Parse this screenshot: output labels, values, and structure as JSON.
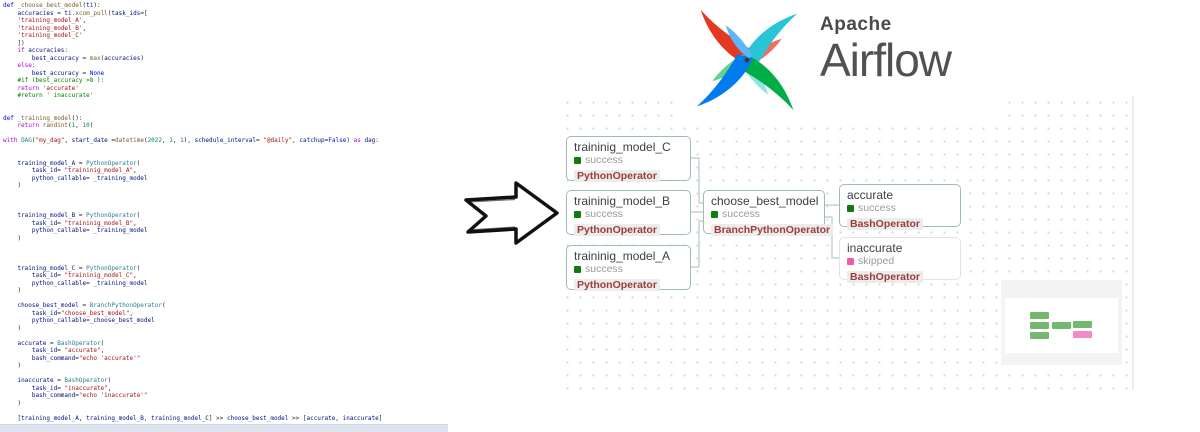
{
  "logo": {
    "apache": "Apache",
    "airflow": "Airflow"
  },
  "colors": {
    "success": "#117a11",
    "skipped": "#ee5aa8",
    "node_border": "#9dbdb4",
    "edge": "#b9c9c3",
    "operator_text": "#9d3c3c",
    "logo_red": "#e43921",
    "logo_cyan": "#29c5d6",
    "logo_blue": "#017cee",
    "logo_green": "#00ad46"
  },
  "graph": {
    "nodes": [
      {
        "title": "traininig_model_C",
        "status": "success",
        "operator": "PythonOperator",
        "status_color": "#117a11"
      },
      {
        "title": "traininig_model_B",
        "status": "success",
        "operator": "PythonOperator",
        "status_color": "#117a11"
      },
      {
        "title": "traininig_model_A",
        "status": "success",
        "operator": "PythonOperator",
        "status_color": "#117a11"
      },
      {
        "title": "choose_best_model",
        "status": "success",
        "operator": "BranchPythonOperator",
        "status_color": "#117a11"
      },
      {
        "title": "accurate",
        "status": "success",
        "operator": "BashOperator",
        "status_color": "#117a11"
      },
      {
        "title": "inaccurate",
        "status": "skipped",
        "operator": "BashOperator",
        "status_color": "#ee5aa8"
      }
    ]
  },
  "minimap": {
    "success_bar": "#74b86f",
    "skipped_bar": "#f08bc4"
  },
  "code": {
    "lines": [
      [
        [
          "kw",
          "def "
        ],
        [
          "fn",
          "_choose_best_model"
        ],
        [
          "pl",
          "("
        ],
        [
          "var",
          "ti"
        ],
        [
          "pl",
          "):"
        ]
      ],
      [
        [
          "pl",
          "    "
        ],
        [
          "var",
          "accuracies"
        ],
        [
          "pl",
          " = "
        ],
        [
          "var",
          "ti"
        ],
        [
          "pl",
          "."
        ],
        [
          "fn",
          "xcom_pull"
        ],
        [
          "pl",
          "("
        ],
        [
          "var",
          "task_ids"
        ],
        [
          "pl",
          "=["
        ]
      ],
      [
        [
          "pl",
          "    "
        ],
        [
          "str",
          "'training_model_A'"
        ],
        [
          "pl",
          ","
        ]
      ],
      [
        [
          "pl",
          "    "
        ],
        [
          "str",
          "'training_model_B'"
        ],
        [
          "pl",
          ","
        ]
      ],
      [
        [
          "pl",
          "    "
        ],
        [
          "str",
          "'training_model_C'"
        ]
      ],
      [
        [
          "pl",
          "    ])"
        ]
      ],
      [
        [
          "pl",
          "    "
        ],
        [
          "ctrl",
          "if "
        ],
        [
          "var",
          "accuracies"
        ],
        [
          "pl",
          ":"
        ]
      ],
      [
        [
          "pl",
          "        "
        ],
        [
          "var",
          "best_accuracy"
        ],
        [
          "pl",
          " = "
        ],
        [
          "fn",
          "max"
        ],
        [
          "pl",
          "("
        ],
        [
          "var",
          "accuracies"
        ],
        [
          "pl",
          ")"
        ]
      ],
      [
        [
          "pl",
          "    "
        ],
        [
          "ctrl",
          "else"
        ],
        [
          "pl",
          ":"
        ]
      ],
      [
        [
          "pl",
          "        "
        ],
        [
          "var",
          "best_accuracy"
        ],
        [
          "pl",
          " = "
        ],
        [
          "kw",
          "None"
        ]
      ],
      [
        [
          "pl",
          "    "
        ],
        [
          "com",
          "#if (best_accuracy >8 ):"
        ]
      ],
      [
        [
          "pl",
          "    "
        ],
        [
          "ctrl",
          "return "
        ],
        [
          "str",
          "'accurate'"
        ]
      ],
      [
        [
          "pl",
          "    "
        ],
        [
          "com",
          "#return ' inaccurate'"
        ]
      ],
      [],
      [],
      [
        [
          "kw",
          "def "
        ],
        [
          "fn",
          "_training_model"
        ],
        [
          "pl",
          "():"
        ]
      ],
      [
        [
          "pl",
          "    "
        ],
        [
          "ctrl",
          "return "
        ],
        [
          "fn",
          "randint"
        ],
        [
          "pl",
          "("
        ],
        [
          "num",
          "1"
        ],
        [
          "pl",
          ", "
        ],
        [
          "num",
          "10"
        ],
        [
          "pl",
          ")"
        ]
      ],
      [],
      [
        [
          "ctrl",
          "with "
        ],
        [
          "cls",
          "DAG"
        ],
        [
          "pl",
          "("
        ],
        [
          "str",
          "\"my_dag\""
        ],
        [
          "pl",
          ", "
        ],
        [
          "var",
          "start_date"
        ],
        [
          "pl",
          " ="
        ],
        [
          "fn",
          "datetime"
        ],
        [
          "pl",
          "("
        ],
        [
          "num",
          "2022"
        ],
        [
          "pl",
          ", "
        ],
        [
          "num",
          "1"
        ],
        [
          "pl",
          ", "
        ],
        [
          "num",
          "1"
        ],
        [
          "pl",
          "), "
        ],
        [
          "var",
          "schedule_interval"
        ],
        [
          "pl",
          "= "
        ],
        [
          "str",
          "\"@daily\""
        ],
        [
          "pl",
          ", "
        ],
        [
          "var",
          "catchup"
        ],
        [
          "pl",
          "="
        ],
        [
          "kw",
          "False"
        ],
        [
          "pl",
          ") "
        ],
        [
          "ctrl",
          "as"
        ],
        [
          "pl",
          " "
        ],
        [
          "var",
          "dag"
        ],
        [
          "pl",
          ":"
        ]
      ],
      [],
      [],
      [
        [
          "pl",
          "    "
        ],
        [
          "var",
          "training_model_A"
        ],
        [
          "pl",
          " = "
        ],
        [
          "cls",
          "PythonOperator"
        ],
        [
          "pl",
          "("
        ]
      ],
      [
        [
          "pl",
          "        "
        ],
        [
          "var",
          "task_id"
        ],
        [
          "pl",
          "= "
        ],
        [
          "str",
          "\"traininig_model_A\""
        ],
        [
          "pl",
          ","
        ]
      ],
      [
        [
          "pl",
          "        "
        ],
        [
          "var",
          "python_callable"
        ],
        [
          "pl",
          "= "
        ],
        [
          "var",
          "_training_model"
        ]
      ],
      [
        [
          "pl",
          "    )"
        ]
      ],
      [],
      [],
      [],
      [
        [
          "pl",
          "    "
        ],
        [
          "var",
          "training_model_B"
        ],
        [
          "pl",
          " = "
        ],
        [
          "cls",
          "PythonOperator"
        ],
        [
          "pl",
          "("
        ]
      ],
      [
        [
          "pl",
          "        "
        ],
        [
          "var",
          "task_id"
        ],
        [
          "pl",
          "= "
        ],
        [
          "str",
          "\"traininig_model_B\""
        ],
        [
          "pl",
          ","
        ]
      ],
      [
        [
          "pl",
          "        "
        ],
        [
          "var",
          "python_callable"
        ],
        [
          "pl",
          "= "
        ],
        [
          "var",
          "_training_model"
        ]
      ],
      [
        [
          "pl",
          "    )"
        ]
      ],
      [],
      [],
      [],
      [
        [
          "pl",
          "    "
        ],
        [
          "var",
          "training_model_C"
        ],
        [
          "pl",
          " = "
        ],
        [
          "cls",
          "PythonOperator"
        ],
        [
          "pl",
          "("
        ]
      ],
      [
        [
          "pl",
          "        "
        ],
        [
          "var",
          "task_id"
        ],
        [
          "pl",
          "= "
        ],
        [
          "str",
          "\"traininig_model_C\""
        ],
        [
          "pl",
          ","
        ]
      ],
      [
        [
          "pl",
          "        "
        ],
        [
          "var",
          "python_callable"
        ],
        [
          "pl",
          "= "
        ],
        [
          "var",
          "_training_model"
        ]
      ],
      [
        [
          "pl",
          "    )"
        ]
      ],
      [],
      [
        [
          "pl",
          "    "
        ],
        [
          "var",
          "choose_best_model"
        ],
        [
          "pl",
          " = "
        ],
        [
          "cls",
          "BranchPythonOperator"
        ],
        [
          "pl",
          "("
        ]
      ],
      [
        [
          "pl",
          "        "
        ],
        [
          "var",
          "task_id"
        ],
        [
          "pl",
          "="
        ],
        [
          "str",
          "\"choose_best_model\""
        ],
        [
          "pl",
          ","
        ]
      ],
      [
        [
          "pl",
          "        "
        ],
        [
          "var",
          "python_callable"
        ],
        [
          "pl",
          "="
        ],
        [
          "var",
          "_choose_best_model"
        ]
      ],
      [
        [
          "pl",
          "    )"
        ]
      ],
      [],
      [
        [
          "pl",
          "    "
        ],
        [
          "var",
          "accurate"
        ],
        [
          "pl",
          " = "
        ],
        [
          "cls",
          "BashOperator"
        ],
        [
          "pl",
          "("
        ]
      ],
      [
        [
          "pl",
          "        "
        ],
        [
          "var",
          "task_id"
        ],
        [
          "pl",
          "= "
        ],
        [
          "str",
          "\"accurate\""
        ],
        [
          "pl",
          ","
        ]
      ],
      [
        [
          "pl",
          "        "
        ],
        [
          "var",
          "bash_command"
        ],
        [
          "pl",
          "="
        ],
        [
          "str",
          "\"echo 'accurate'\""
        ]
      ],
      [
        [
          "pl",
          "    )"
        ]
      ],
      [],
      [
        [
          "pl",
          "    "
        ],
        [
          "var",
          "inaccurate"
        ],
        [
          "pl",
          " = "
        ],
        [
          "cls",
          "BashOperator"
        ],
        [
          "pl",
          "("
        ]
      ],
      [
        [
          "pl",
          "        "
        ],
        [
          "var",
          "task_id"
        ],
        [
          "pl",
          "= "
        ],
        [
          "str",
          "\"inaccurate\""
        ],
        [
          "pl",
          ","
        ]
      ],
      [
        [
          "pl",
          "        "
        ],
        [
          "var",
          "bash_command"
        ],
        [
          "pl",
          "="
        ],
        [
          "str",
          "\"echo 'inaccurate'\""
        ]
      ],
      [
        [
          "pl",
          "    )"
        ]
      ],
      [],
      [
        [
          "pl",
          "    ["
        ],
        [
          "var",
          "training_model_A"
        ],
        [
          "pl",
          ", "
        ],
        [
          "var",
          "training_model_B"
        ],
        [
          "pl",
          ", "
        ],
        [
          "var",
          "training_model_C"
        ],
        [
          "pl",
          "] >> "
        ],
        [
          "var",
          "choose_best_model"
        ],
        [
          "pl",
          " >> ["
        ],
        [
          "var",
          "accurate"
        ],
        [
          "pl",
          ", "
        ],
        [
          "var",
          "inaccurate"
        ],
        [
          "pl",
          "]"
        ]
      ]
    ]
  }
}
